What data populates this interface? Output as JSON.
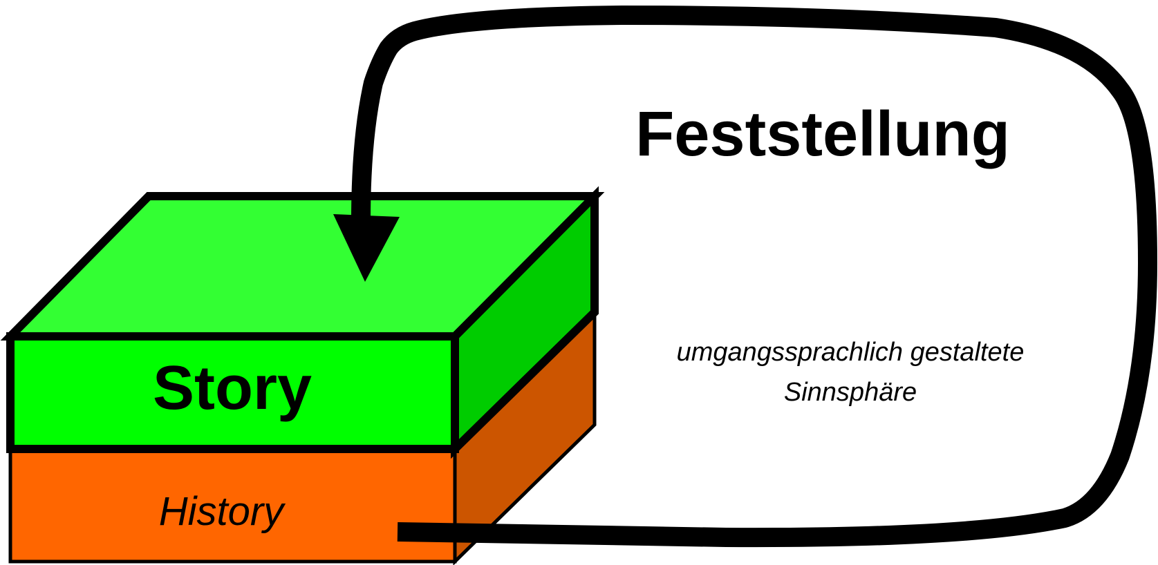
{
  "diagram": {
    "title": "Feststellung",
    "subtitle_lines": [
      "umgangssprachlich gestaltete",
      "Sinnsphäre"
    ],
    "top_block": {
      "label": "Story",
      "colors": {
        "front": "#00ff00",
        "top": "#33ff33",
        "side": "#00cc00"
      }
    },
    "bottom_block": {
      "label": "History",
      "colors": {
        "front": "#ff6600",
        "side": "#cc5500"
      }
    },
    "loop": {
      "description_color": "#000000",
      "arrowhead": "arrow-down-icon"
    }
  }
}
